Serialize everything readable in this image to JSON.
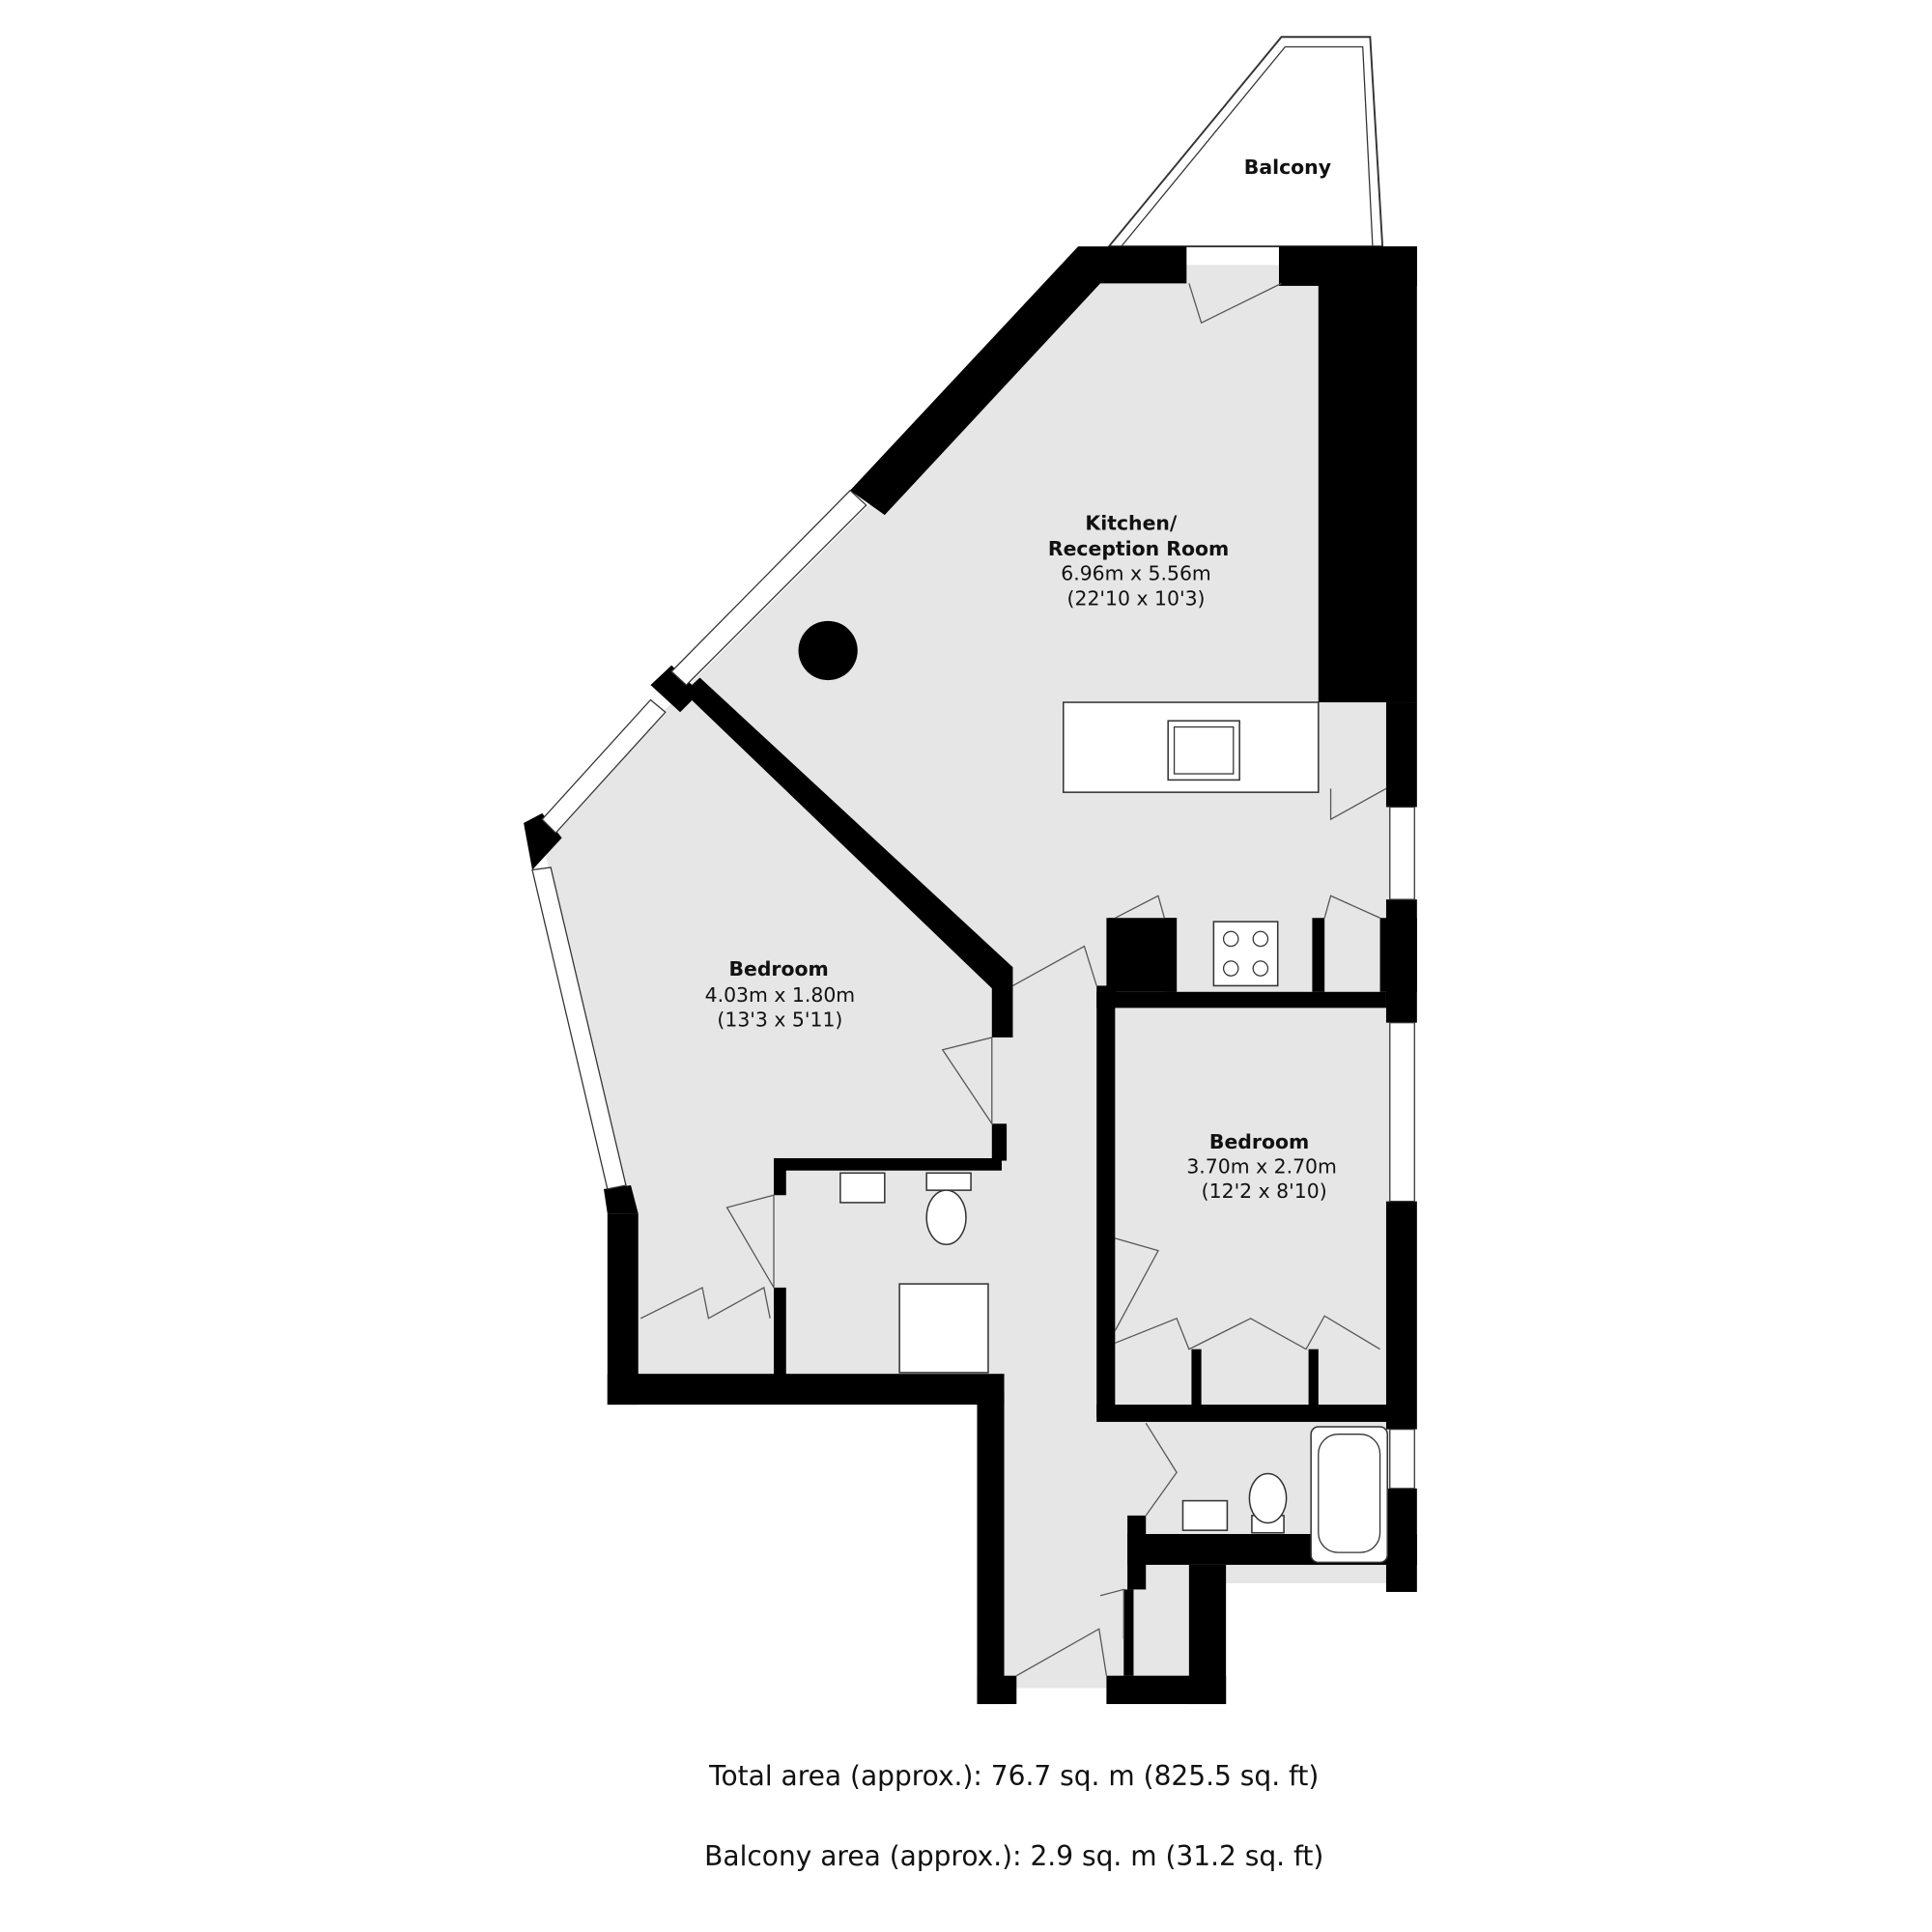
{
  "rooms": {
    "balcony": {
      "name": "Balcony"
    },
    "kitchen": {
      "name_line1": "Kitchen/",
      "name_line2": "Reception Room",
      "metric": "6.96m x 5.56m",
      "imperial": "(22'10 x 10'3)"
    },
    "bedroom1": {
      "name": "Bedroom",
      "metric": "4.03m x 1.80m",
      "imperial": "(13'3 x 5'11)"
    },
    "bedroom2": {
      "name": "Bedroom",
      "metric": "3.70m x 2.70m",
      "imperial": "(12'2 x 8'10)"
    }
  },
  "footer": {
    "total_area": "Total area (approx.): 76.7 sq. m (825.5 sq. ft)",
    "balcony_area": "Balcony area (approx.): 2.9 sq. m (31.2 sq. ft)"
  },
  "colors": {
    "floor": "#e6e6e6",
    "wall": "#000000"
  }
}
